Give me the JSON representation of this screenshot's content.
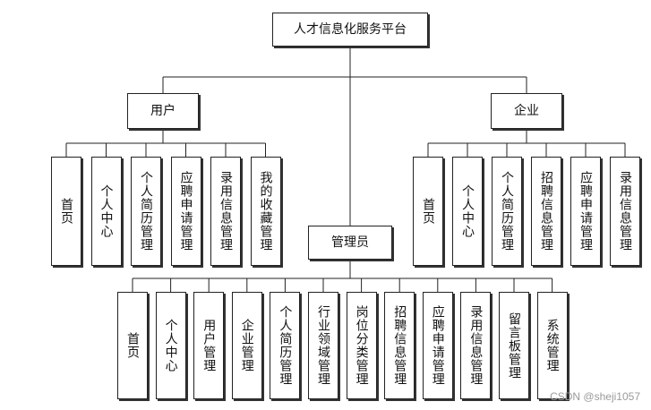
{
  "diagram": {
    "root": "人才信息化服务平台",
    "user": {
      "label": "用户",
      "children": [
        "首页",
        "个人中心",
        "个人简历管理",
        "应聘申请管理",
        "录用信息管理",
        "我的收藏管理"
      ]
    },
    "enterprise": {
      "label": "企业",
      "children": [
        "首页",
        "个人中心",
        "个人简历管理",
        "招聘信息管理",
        "应聘申请管理",
        "录用信息管理"
      ]
    },
    "admin": {
      "label": "管理员",
      "children": [
        "首页",
        "个人中心",
        "用户管理",
        "企业管理",
        "个人简历管理",
        "行业领域管理",
        "岗位分类管理",
        "招聘信息管理",
        "应聘申请管理",
        "录用信息管理",
        "留言板管理",
        "系统管理"
      ]
    }
  },
  "watermark": "CSDN @sheji1057"
}
